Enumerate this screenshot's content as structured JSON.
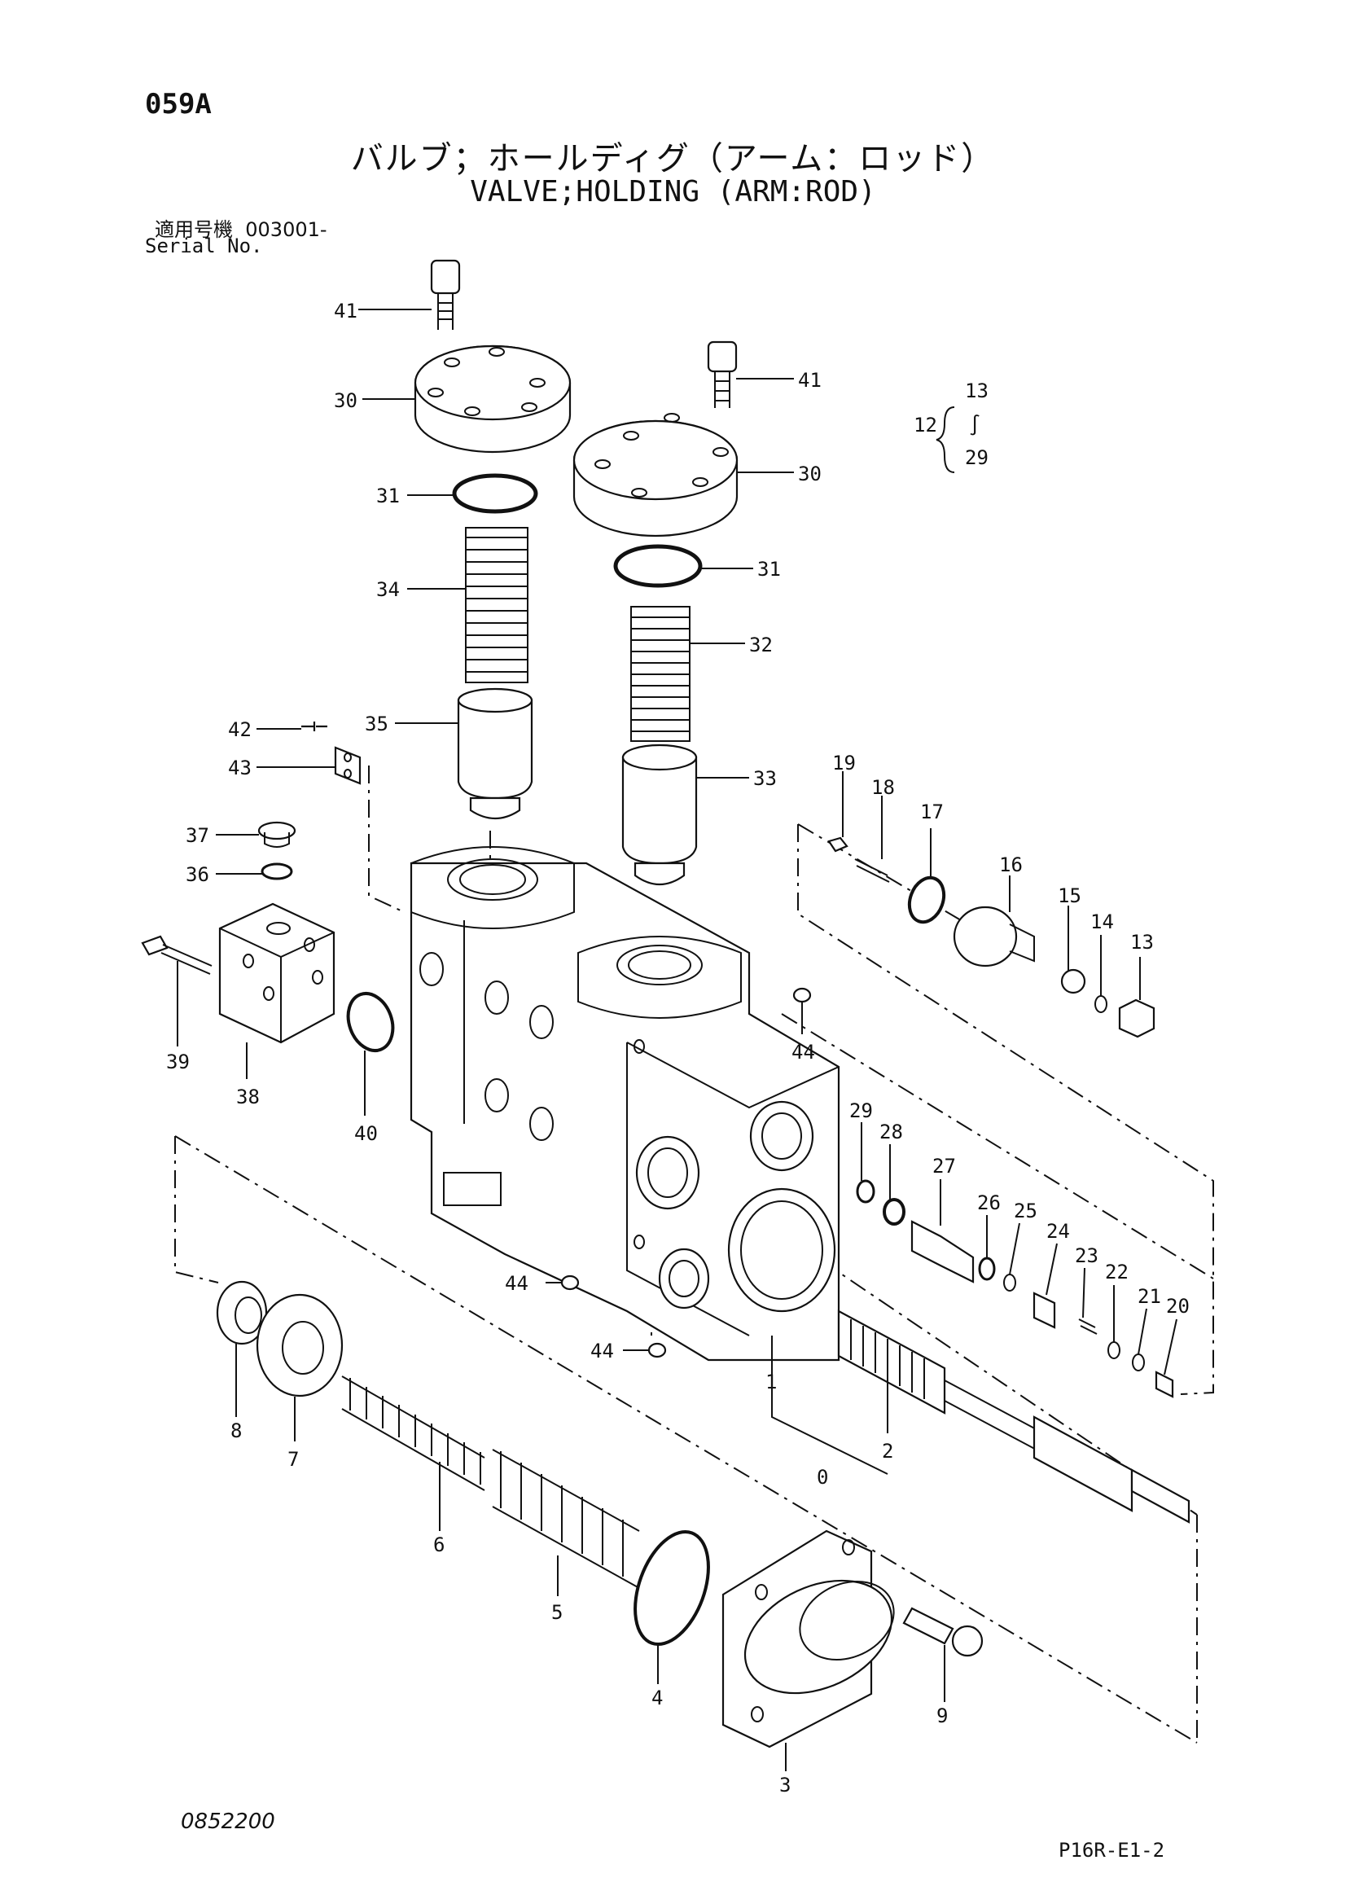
{
  "header": {
    "page_code": "059A",
    "title_jp": "バルブ；ホールディグ（アーム：ロッド）",
    "title_en": "VALVE;HOLDING (ARM:ROD)",
    "serial_label_jp": "適用号機",
    "serial_value": "003001-",
    "serial_label_en": "Serial No."
  },
  "footer": {
    "drawing_number": "0852200",
    "sheet_code": "P16R-E1-2"
  },
  "range_callout": {
    "label": "12",
    "from": "13",
    "to": "29",
    "tilde": "∫"
  },
  "callouts": [
    {
      "id": "c41a",
      "label": "41"
    },
    {
      "id": "c30a",
      "label": "30"
    },
    {
      "id": "c31a",
      "label": "31"
    },
    {
      "id": "c34",
      "label": "34"
    },
    {
      "id": "c35",
      "label": "35"
    },
    {
      "id": "c42",
      "label": "42"
    },
    {
      "id": "c43",
      "label": "43"
    },
    {
      "id": "c37",
      "label": "37"
    },
    {
      "id": "c36",
      "label": "36"
    },
    {
      "id": "c39",
      "label": "39"
    },
    {
      "id": "c38",
      "label": "38"
    },
    {
      "id": "c40",
      "label": "40"
    },
    {
      "id": "c41b",
      "label": "41"
    },
    {
      "id": "c30b",
      "label": "30"
    },
    {
      "id": "c31b",
      "label": "31"
    },
    {
      "id": "c32",
      "label": "32"
    },
    {
      "id": "c33",
      "label": "33"
    },
    {
      "id": "c19",
      "label": "19"
    },
    {
      "id": "c18",
      "label": "18"
    },
    {
      "id": "c17",
      "label": "17"
    },
    {
      "id": "c16",
      "label": "16"
    },
    {
      "id": "c15",
      "label": "15"
    },
    {
      "id": "c14",
      "label": "14"
    },
    {
      "id": "c13",
      "label": "13"
    },
    {
      "id": "c44a",
      "label": "44"
    },
    {
      "id": "c44b",
      "label": "44"
    },
    {
      "id": "c44c",
      "label": "44"
    },
    {
      "id": "c29",
      "label": "29"
    },
    {
      "id": "c28",
      "label": "28"
    },
    {
      "id": "c27",
      "label": "27"
    },
    {
      "id": "c26",
      "label": "26"
    },
    {
      "id": "c25",
      "label": "25"
    },
    {
      "id": "c24",
      "label": "24"
    },
    {
      "id": "c23",
      "label": "23"
    },
    {
      "id": "c22",
      "label": "22"
    },
    {
      "id": "c21",
      "label": "21"
    },
    {
      "id": "c20",
      "label": "20"
    },
    {
      "id": "c1",
      "label": "1"
    },
    {
      "id": "c0",
      "label": "0"
    },
    {
      "id": "c2",
      "label": "2"
    },
    {
      "id": "c8",
      "label": "8"
    },
    {
      "id": "c7",
      "label": "7"
    },
    {
      "id": "c6",
      "label": "6"
    },
    {
      "id": "c5",
      "label": "5"
    },
    {
      "id": "c4",
      "label": "4"
    },
    {
      "id": "c3",
      "label": "3"
    },
    {
      "id": "c9",
      "label": "9"
    }
  ]
}
